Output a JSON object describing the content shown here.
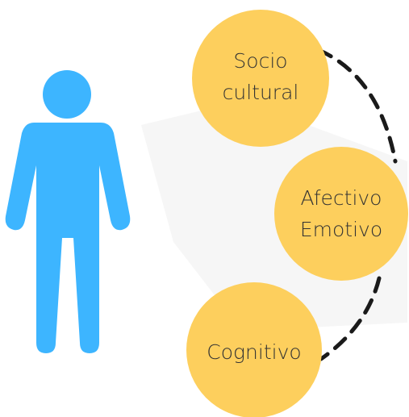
{
  "colors": {
    "figure": "#3DB5FF",
    "circle": "#FDCF5D",
    "text": "#333333",
    "connector": "#1a1a1a",
    "backdrop": "#F6F6F6"
  },
  "icons": {
    "person": "person-icon"
  },
  "nodes": [
    {
      "line1": "Socio",
      "line2": "cultural"
    },
    {
      "line1": "Afectivo",
      "line2": "Emotivo"
    },
    {
      "line1": "Cognitivo",
      "line2": ""
    }
  ]
}
